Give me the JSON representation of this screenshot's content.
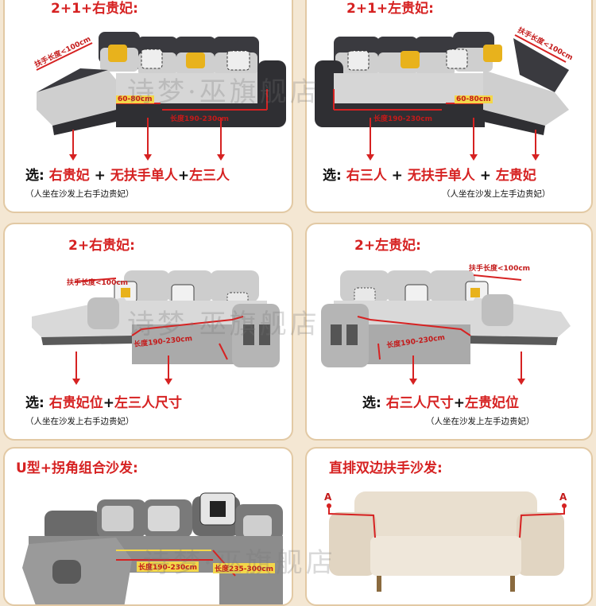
{
  "panels": {
    "p1": {
      "title": "2+1+右贵妃:",
      "armrest": "扶手长度<100cm",
      "chaise_depth": "60-80cm",
      "length": "长度190-230cm",
      "choice": {
        "a": "右贵妃",
        "plus1": " + ",
        "b": "无扶手单人",
        "plus2": "+",
        "c": "左三人",
        "prefix": "选: "
      },
      "note": "（人坐在沙发上右手边贵妃）"
    },
    "p2": {
      "title": "2+1+左贵妃:",
      "armrest": "扶手长度<100cm",
      "chaise_depth": "60-80cm",
      "length": "长度190-230cm",
      "choice": {
        "a": "右三人",
        "plus1": " + ",
        "b": "无扶手单人",
        "plus2": " + ",
        "c": "左贵妃",
        "prefix": "选: "
      },
      "note": "（人坐在沙发上左手边贵妃）"
    },
    "p3": {
      "title": "2+右贵妃:",
      "armrest": "扶手长度<100cm",
      "length": "长度190-230cm",
      "choice": {
        "a": "右贵妃位",
        "plus1": "+",
        "b": "左三人尺寸",
        "prefix": "选: "
      },
      "note": "（人坐在沙发上右手边贵妃）"
    },
    "p4": {
      "title": "2+左贵妃:",
      "armrest": "扶手长度<100cm",
      "length": "长度190-230cm",
      "choice": {
        "a": "右三人尺寸",
        "plus1": "+",
        "b": "左贵妃位",
        "prefix": "选: "
      },
      "note": "（人坐在沙发上左手边贵妃）"
    },
    "p5": {
      "title": "U型+拐角组合沙发:",
      "length": "长度190-230cm",
      "length2": "长度235-300cm"
    },
    "p6": {
      "title": "直排双边扶手沙发:",
      "mark_left": "A",
      "mark_right": "A"
    }
  },
  "watermark": "诗梦·巫旗舰店",
  "colors": {
    "accent_red": "#d62222",
    "border": "#e2c9a4",
    "sofa_gray": "#c9c9c9",
    "sofa_dark": "#2f2f33",
    "cushion_yellow": "#e8b21c",
    "sofa_beige": "#e9dfcf"
  }
}
